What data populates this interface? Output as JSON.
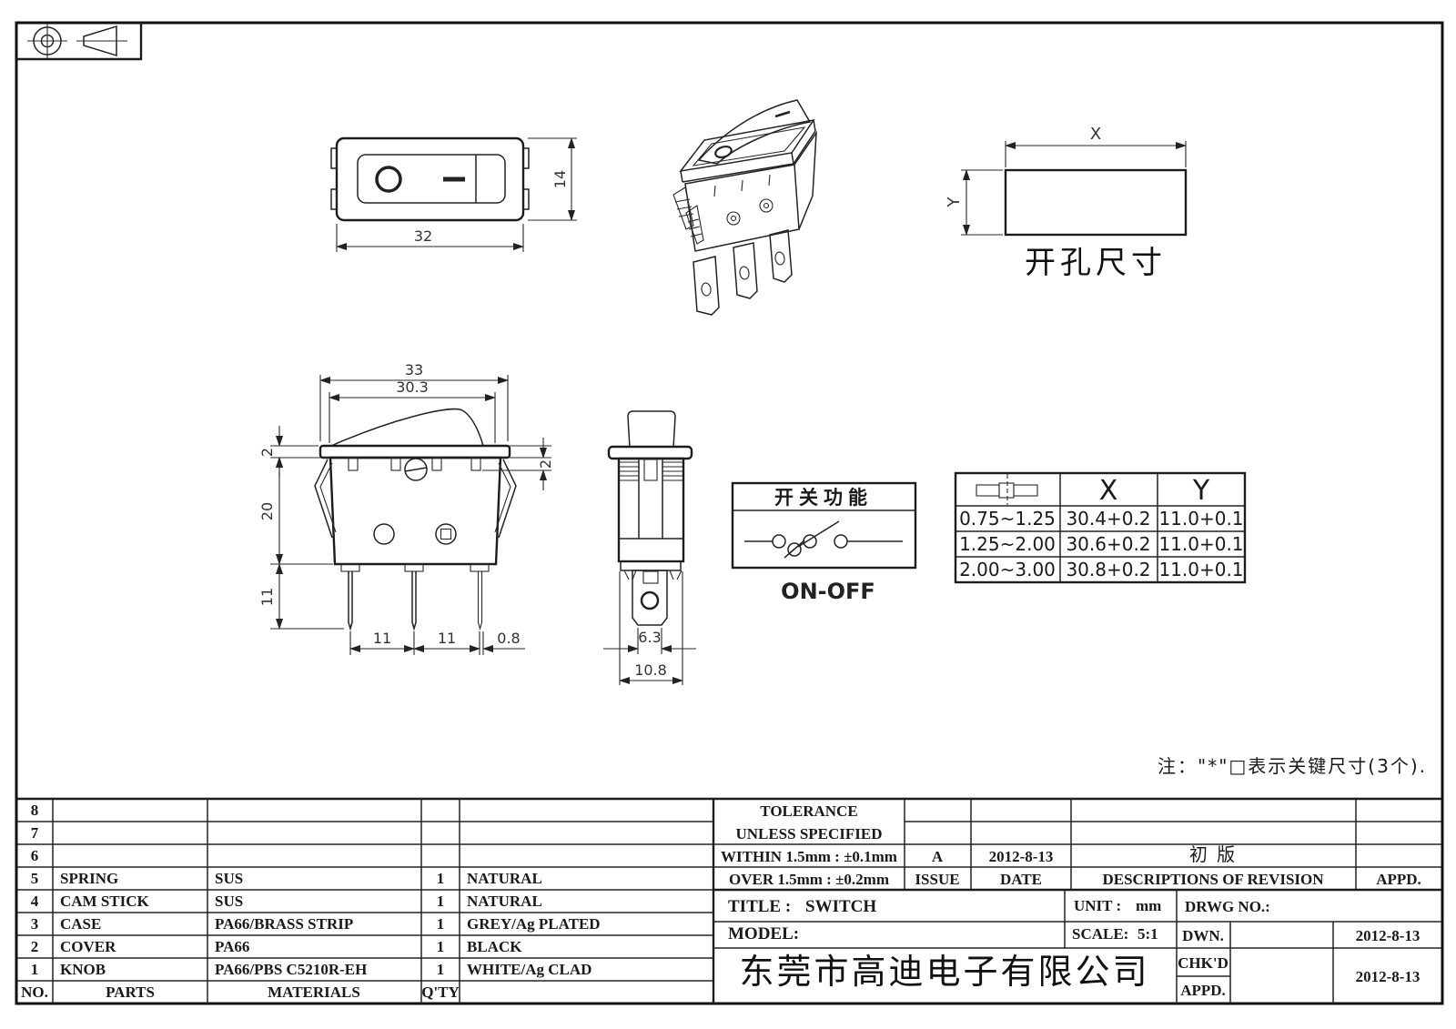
{
  "top_view": {
    "width": "32",
    "height": "14"
  },
  "cutout": {
    "x": "X",
    "y": "Y",
    "caption": "开孔尺寸"
  },
  "front_view": {
    "overall_width": "33",
    "rocker_width": "30.3",
    "flange_thk": "2",
    "notch_depth": "2",
    "body_height": "20",
    "pin_length": "11",
    "pitch_left": "11",
    "pitch_right": "11",
    "pin_thk": "0.8"
  },
  "side_view": {
    "terminal_width": "6.3",
    "depth": "10.8"
  },
  "function_box": {
    "title": "开关功能",
    "mode": "ON-OFF"
  },
  "panel_table": {
    "col_x": "X",
    "col_y": "Y",
    "rows": [
      {
        "t": "0.75~1.25",
        "x": "30.4+0.2",
        "y": "11.0+0.1"
      },
      {
        "t": "1.25~2.00",
        "x": "30.6+0.2",
        "y": "11.0+0.1"
      },
      {
        "t": "2.00~3.00",
        "x": "30.8+0.2",
        "y": "11.0+0.1"
      }
    ]
  },
  "note": "注：\"*\"□表示关键尺寸(3个).",
  "parts_table": {
    "headers": {
      "no": "NO.",
      "parts": "PARTS",
      "materials": "MATERIALS",
      "qty": "Q'TY"
    },
    "rows": [
      {
        "no": "8",
        "part": "",
        "material": "",
        "qty": "",
        "color": ""
      },
      {
        "no": "7",
        "part": "",
        "material": "",
        "qty": "",
        "color": ""
      },
      {
        "no": "6",
        "part": "",
        "material": "",
        "qty": "",
        "color": ""
      },
      {
        "no": "5",
        "part": "SPRING",
        "material": "SUS",
        "qty": "1",
        "color": "NATURAL"
      },
      {
        "no": "4",
        "part": "CAM STICK",
        "material": "SUS",
        "qty": "1",
        "color": "NATURAL"
      },
      {
        "no": "3",
        "part": "CASE",
        "material": "PA66/BRASS STRIP",
        "qty": "1",
        "color": "GREY/Ag PLATED"
      },
      {
        "no": "2",
        "part": "COVER",
        "material": "PA66",
        "qty": "1",
        "color": "BLACK"
      },
      {
        "no": "1",
        "part": "KNOB",
        "material": "PA66/PBS C5210R-EH",
        "qty": "1",
        "color": "WHITE/Ag CLAD"
      }
    ]
  },
  "title_block": {
    "tolerance_1": "TOLERANCE",
    "tolerance_2": "UNLESS  SPECIFIED",
    "within": "WITHIN 1.5mm : ±0.1mm",
    "over": "OVER 1.5mm : ±0.2mm",
    "issue_value": "A",
    "issue_date": "2012-8-13",
    "issue_label": "ISSUE",
    "date_label": "DATE",
    "revision_desc": "初 版",
    "revision_header": "DESCRIPTIONS OF REVISION",
    "revision_appd": "APPD.",
    "title_label": "TITLE :",
    "title_value": "SWITCH",
    "unit_label": "UNIT :",
    "unit_value": "mm",
    "drwg_label": "DRWG NO.:",
    "model_label": "MODEL:",
    "scale_label": "SCALE:",
    "scale_value": "5:1",
    "company": "东莞市高迪电子有限公司",
    "dwn_label": "DWN.",
    "dwn_date": "2012-8-13",
    "chkd_label": "CHK'D",
    "chkd_date": "2012-8-13",
    "appd_label": "APPD."
  }
}
